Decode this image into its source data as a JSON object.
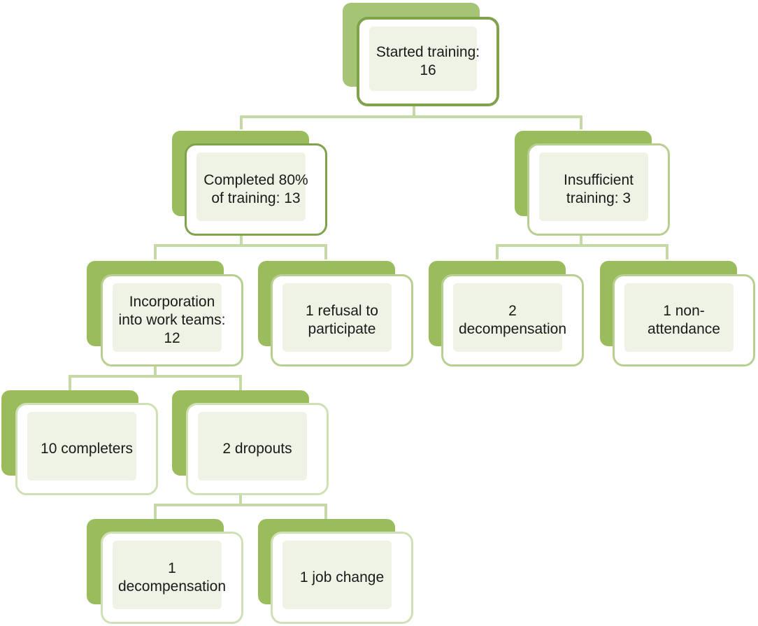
{
  "nodes": {
    "root": {
      "label": "Started training:\n16"
    },
    "completed": {
      "label": "Completed 80%\nof training: 13"
    },
    "insufficient": {
      "label": "Insufficient\ntraining: 3"
    },
    "incorporation": {
      "label": "Incorporation\ninto work teams:\n12"
    },
    "refusal": {
      "label": "1 refusal to\nparticipate"
    },
    "decomp2": {
      "label": "2\ndecompensation"
    },
    "nonattend": {
      "label": "1 non-\nattendance"
    },
    "completers": {
      "label": "10 completers"
    },
    "dropouts": {
      "label": "2 dropouts"
    },
    "decomp1": {
      "label": "1\ndecompensation"
    },
    "jobchange": {
      "label": "1 job change"
    }
  },
  "colors": {
    "shadow_dark": "#9bbc5c",
    "shadow_root": "#a6c476",
    "border_dark": "#7ea34a",
    "border_mid": "#b7cf91",
    "border_light": "#cfe0b5",
    "connector": "#c5d9a5"
  }
}
